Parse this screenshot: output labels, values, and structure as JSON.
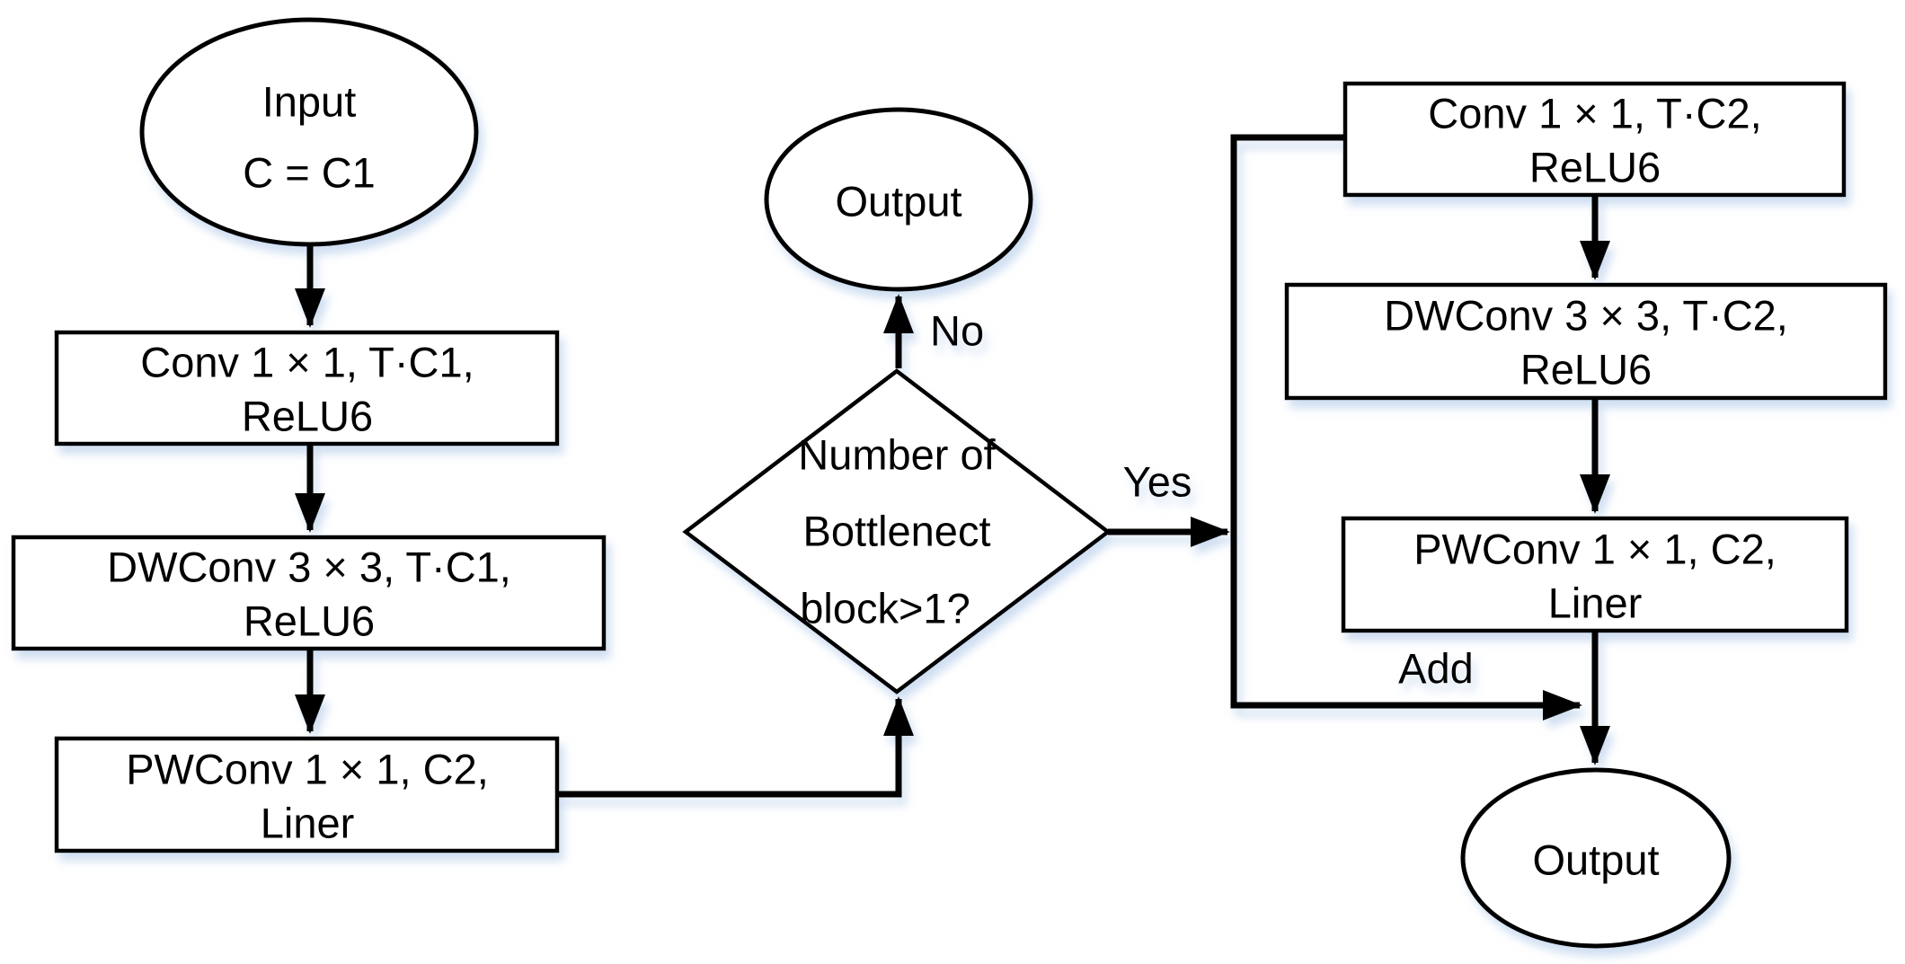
{
  "colors": {
    "stroke": "#000000",
    "background": "#ffffff",
    "shadow": "#a9c4e6"
  },
  "nodes": {
    "input": {
      "line1": "Input",
      "line2": "C = C1"
    },
    "left_conv": {
      "line1": "Conv 1 × 1, T·C1,",
      "line2": "ReLU6"
    },
    "left_dwconv": {
      "line1": "DWConv 3 × 3, T·C1,",
      "line2": "ReLU6"
    },
    "left_pwconv": {
      "line1": "PWConv 1 × 1, C2,",
      "line2": "Liner"
    },
    "decision": {
      "line1": "Number of",
      "line2": "Bottlenect",
      "line3": "block>1?"
    },
    "output_middle": {
      "label": "Output"
    },
    "right_conv": {
      "line1": "Conv 1 × 1, T·C2,",
      "line2": "ReLU6"
    },
    "right_dwconv": {
      "line1": "DWConv 3 × 3, T·C2,",
      "line2": "ReLU6"
    },
    "right_pwconv": {
      "line1": "PWConv 1 × 1, C2,",
      "line2": "Liner"
    },
    "output_right": {
      "label": "Output"
    }
  },
  "edge_labels": {
    "no": "No",
    "yes": "Yes",
    "add": "Add"
  }
}
